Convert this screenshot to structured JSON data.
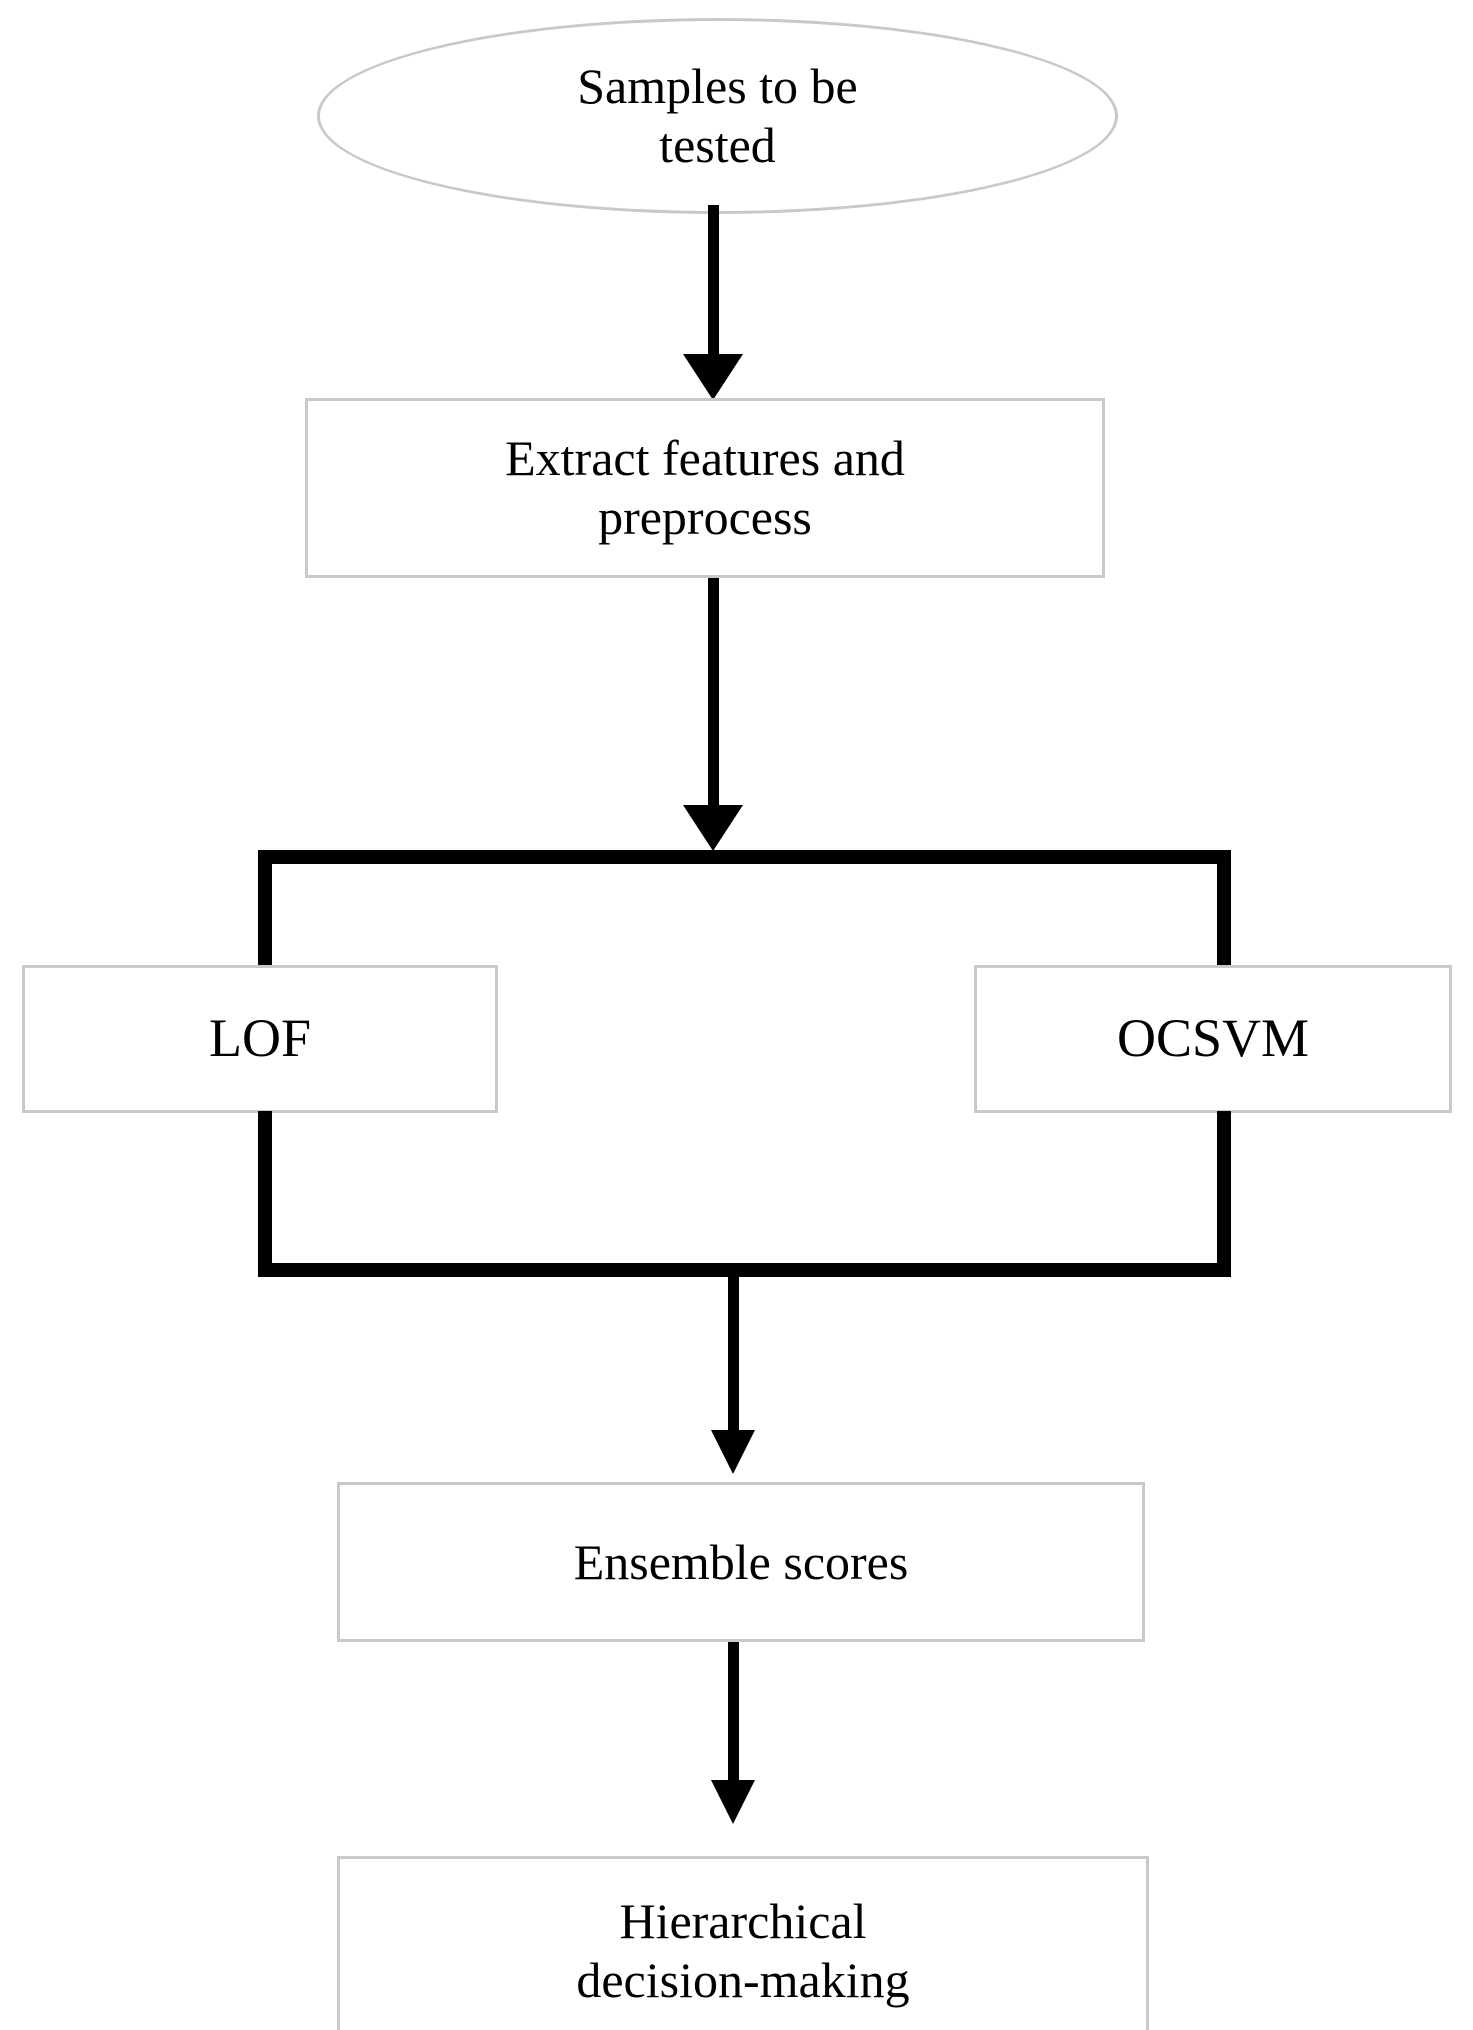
{
  "diagram": {
    "title": "Anomaly detection ensemble pipeline flowchart",
    "orientation": "top-to-bottom",
    "colors": {
      "node_border": "#c9c9c9",
      "connector": "#000000",
      "text": "#000000",
      "background": "#ffffff"
    },
    "nodes": [
      {
        "id": "samples",
        "shape": "ellipse",
        "label": "Samples to be tested",
        "label_line_1": "Samples to be",
        "label_line_2": "tested"
      },
      {
        "id": "extract",
        "shape": "rectangle",
        "label": "Extract features and preprocess",
        "label_line_1": "Extract features and",
        "label_line_2": "preprocess"
      },
      {
        "id": "lof",
        "shape": "rectangle",
        "label": "LOF"
      },
      {
        "id": "ocsvm",
        "shape": "rectangle",
        "label": "OCSVM"
      },
      {
        "id": "ensemble",
        "shape": "rectangle",
        "label": "Ensemble scores"
      },
      {
        "id": "decision",
        "shape": "rectangle",
        "label": "Hierarchical decision-making",
        "label_line_1": "Hierarchical",
        "label_line_2": "decision-making"
      }
    ],
    "edges": [
      {
        "from": "samples",
        "to": "extract",
        "style": "arrow"
      },
      {
        "from": "extract",
        "to": "split",
        "style": "arrow"
      },
      {
        "from": "split",
        "to": "lof",
        "style": "line"
      },
      {
        "from": "split",
        "to": "ocsvm",
        "style": "line"
      },
      {
        "from": "lof",
        "to": "merge",
        "style": "line"
      },
      {
        "from": "ocsvm",
        "to": "merge",
        "style": "line"
      },
      {
        "from": "merge",
        "to": "ensemble",
        "style": "arrow"
      },
      {
        "from": "ensemble",
        "to": "decision",
        "style": "arrow"
      }
    ]
  }
}
